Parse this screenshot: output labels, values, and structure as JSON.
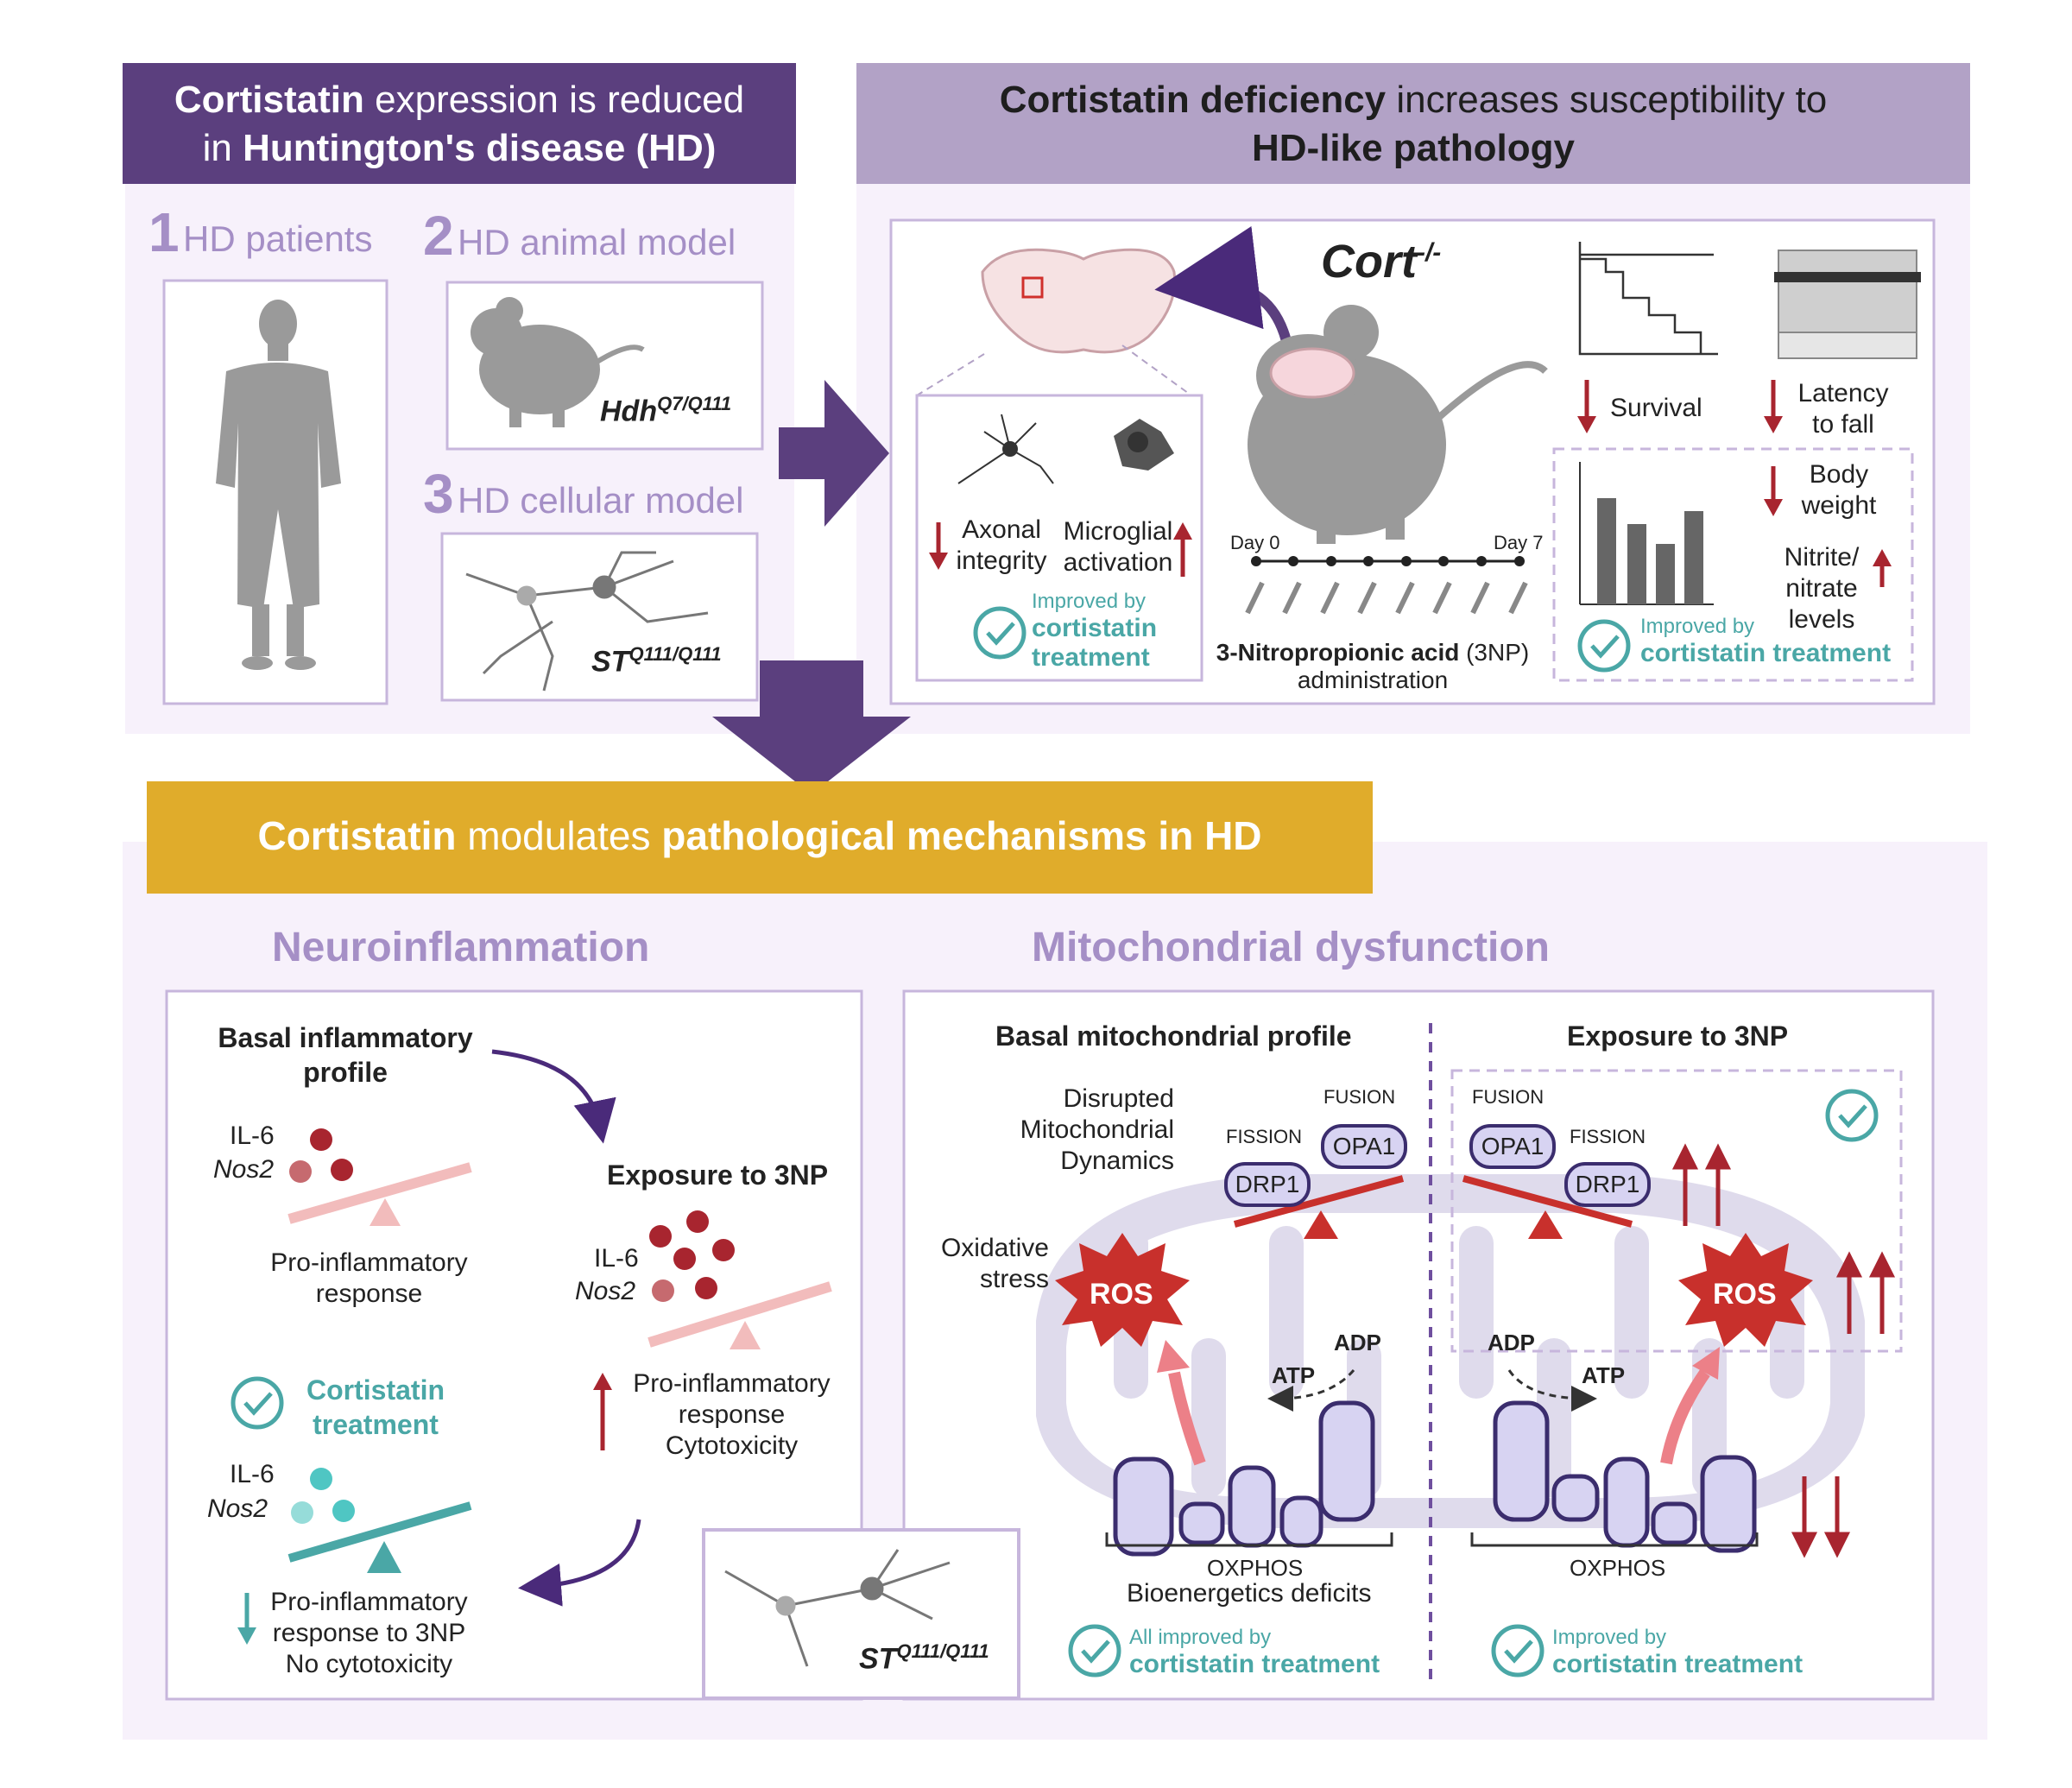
{
  "panel_a": {
    "title_p1_bold": "Cortistatin",
    "title_p1_rest": " expression is reduced",
    "title_p2_pre": "in ",
    "title_p2_bold": "Huntington's disease (HD)",
    "item1_num": "1",
    "item1_label": "HD patients",
    "item2_num": "2",
    "item2_label": "HD animal model",
    "item2_genotype": "Hdh",
    "item2_genotype_sup": "Q7/Q111",
    "item3_num": "3",
    "item3_label": "HD cellular model",
    "item3_genotype": "ST",
    "item3_genotype_sup": "Q111/Q111"
  },
  "panel_b": {
    "title_p1_bold": "Cortistatin deficiency",
    "title_p1_rest": " increases susceptibility to",
    "title_p2_bold": "HD-like pathology",
    "mouse_label": "Cort",
    "mouse_label_sup": "-/-",
    "axonal_l1": "Axonal",
    "axonal_l2": "integrity",
    "microglial_l1": "Microglial",
    "microglial_l2": "activation",
    "improved_by": "Improved by",
    "improved_l1": "cortistatin",
    "improved_l2": "treatment",
    "day0": "Day 0",
    "day7": "Day 7",
    "npa_bold": "3-Nitropropionic acid",
    "npa_rest": " (3NP)",
    "npa_l2": "administration",
    "survival": "Survival",
    "latency_l1": "Latency",
    "latency_l2": "to fall",
    "body_l1": "Body",
    "body_l2": "weight",
    "nitrite_l1": "Nitrite/",
    "nitrite_l2": "nitrate",
    "nitrite_l3": "levels",
    "improved_by2": "Improved by",
    "improved_full": "cortistatin treatment"
  },
  "panel_c": {
    "title_bold1": "Cortistatin",
    "title_rest": " modulates ",
    "title_bold2": "pathological mechanisms in HD",
    "neuro_heading": "Neuroinflammation",
    "mito_heading": "Mitochondrial dysfunction",
    "basal_l1": "Basal inflammatory",
    "basal_l2": "profile",
    "il6": "IL-6",
    "nos2": "Nos2",
    "proinf_l1": "Pro-inflammatory",
    "proinf_l2": "response",
    "exposure": "Exposure to 3NP",
    "exp_l1": "Pro-inflammatory",
    "exp_l2": "response",
    "exp_l3": "Cytotoxicity",
    "cst_l1": "Cortistatin",
    "cst_l2": "treatment",
    "treated_l1": "Pro-inflammatory",
    "treated_l2": "response to 3NP",
    "treated_l3": "No cytotoxicity",
    "st_genotype": "ST",
    "st_genotype_sup": "Q111/Q111",
    "basal_mito": "Basal mitochondrial profile",
    "exposure_mito": "Exposure to 3NP",
    "disrupted_l1": "Disrupted",
    "disrupted_l2": "Mitochondrial",
    "disrupted_l3": "Dynamics",
    "oxidative_l1": "Oxidative",
    "oxidative_l2": "stress",
    "fission": "FISSION",
    "fusion": "FUSION",
    "drp1": "DRP1",
    "opa1": "OPA1",
    "ros": "ROS",
    "atp": "ATP",
    "adp": "ADP",
    "oxphos": "OXPHOS",
    "bioenergetics": "Bioenergetics deficits",
    "all_improved": "All improved by",
    "improved_by": "Improved by",
    "cst_treatment": "cortistatin treatment"
  },
  "colors": {
    "purple_dark": "#5b3f7e",
    "purple_mid": "#b2a2c6",
    "purple_light": "#a58fc6",
    "panel_bg": "#f7f1fb",
    "gold": "#e0ac2b",
    "teal": "#4aa7a6",
    "red": "#a8252f",
    "gray": "#9a9a9a"
  }
}
